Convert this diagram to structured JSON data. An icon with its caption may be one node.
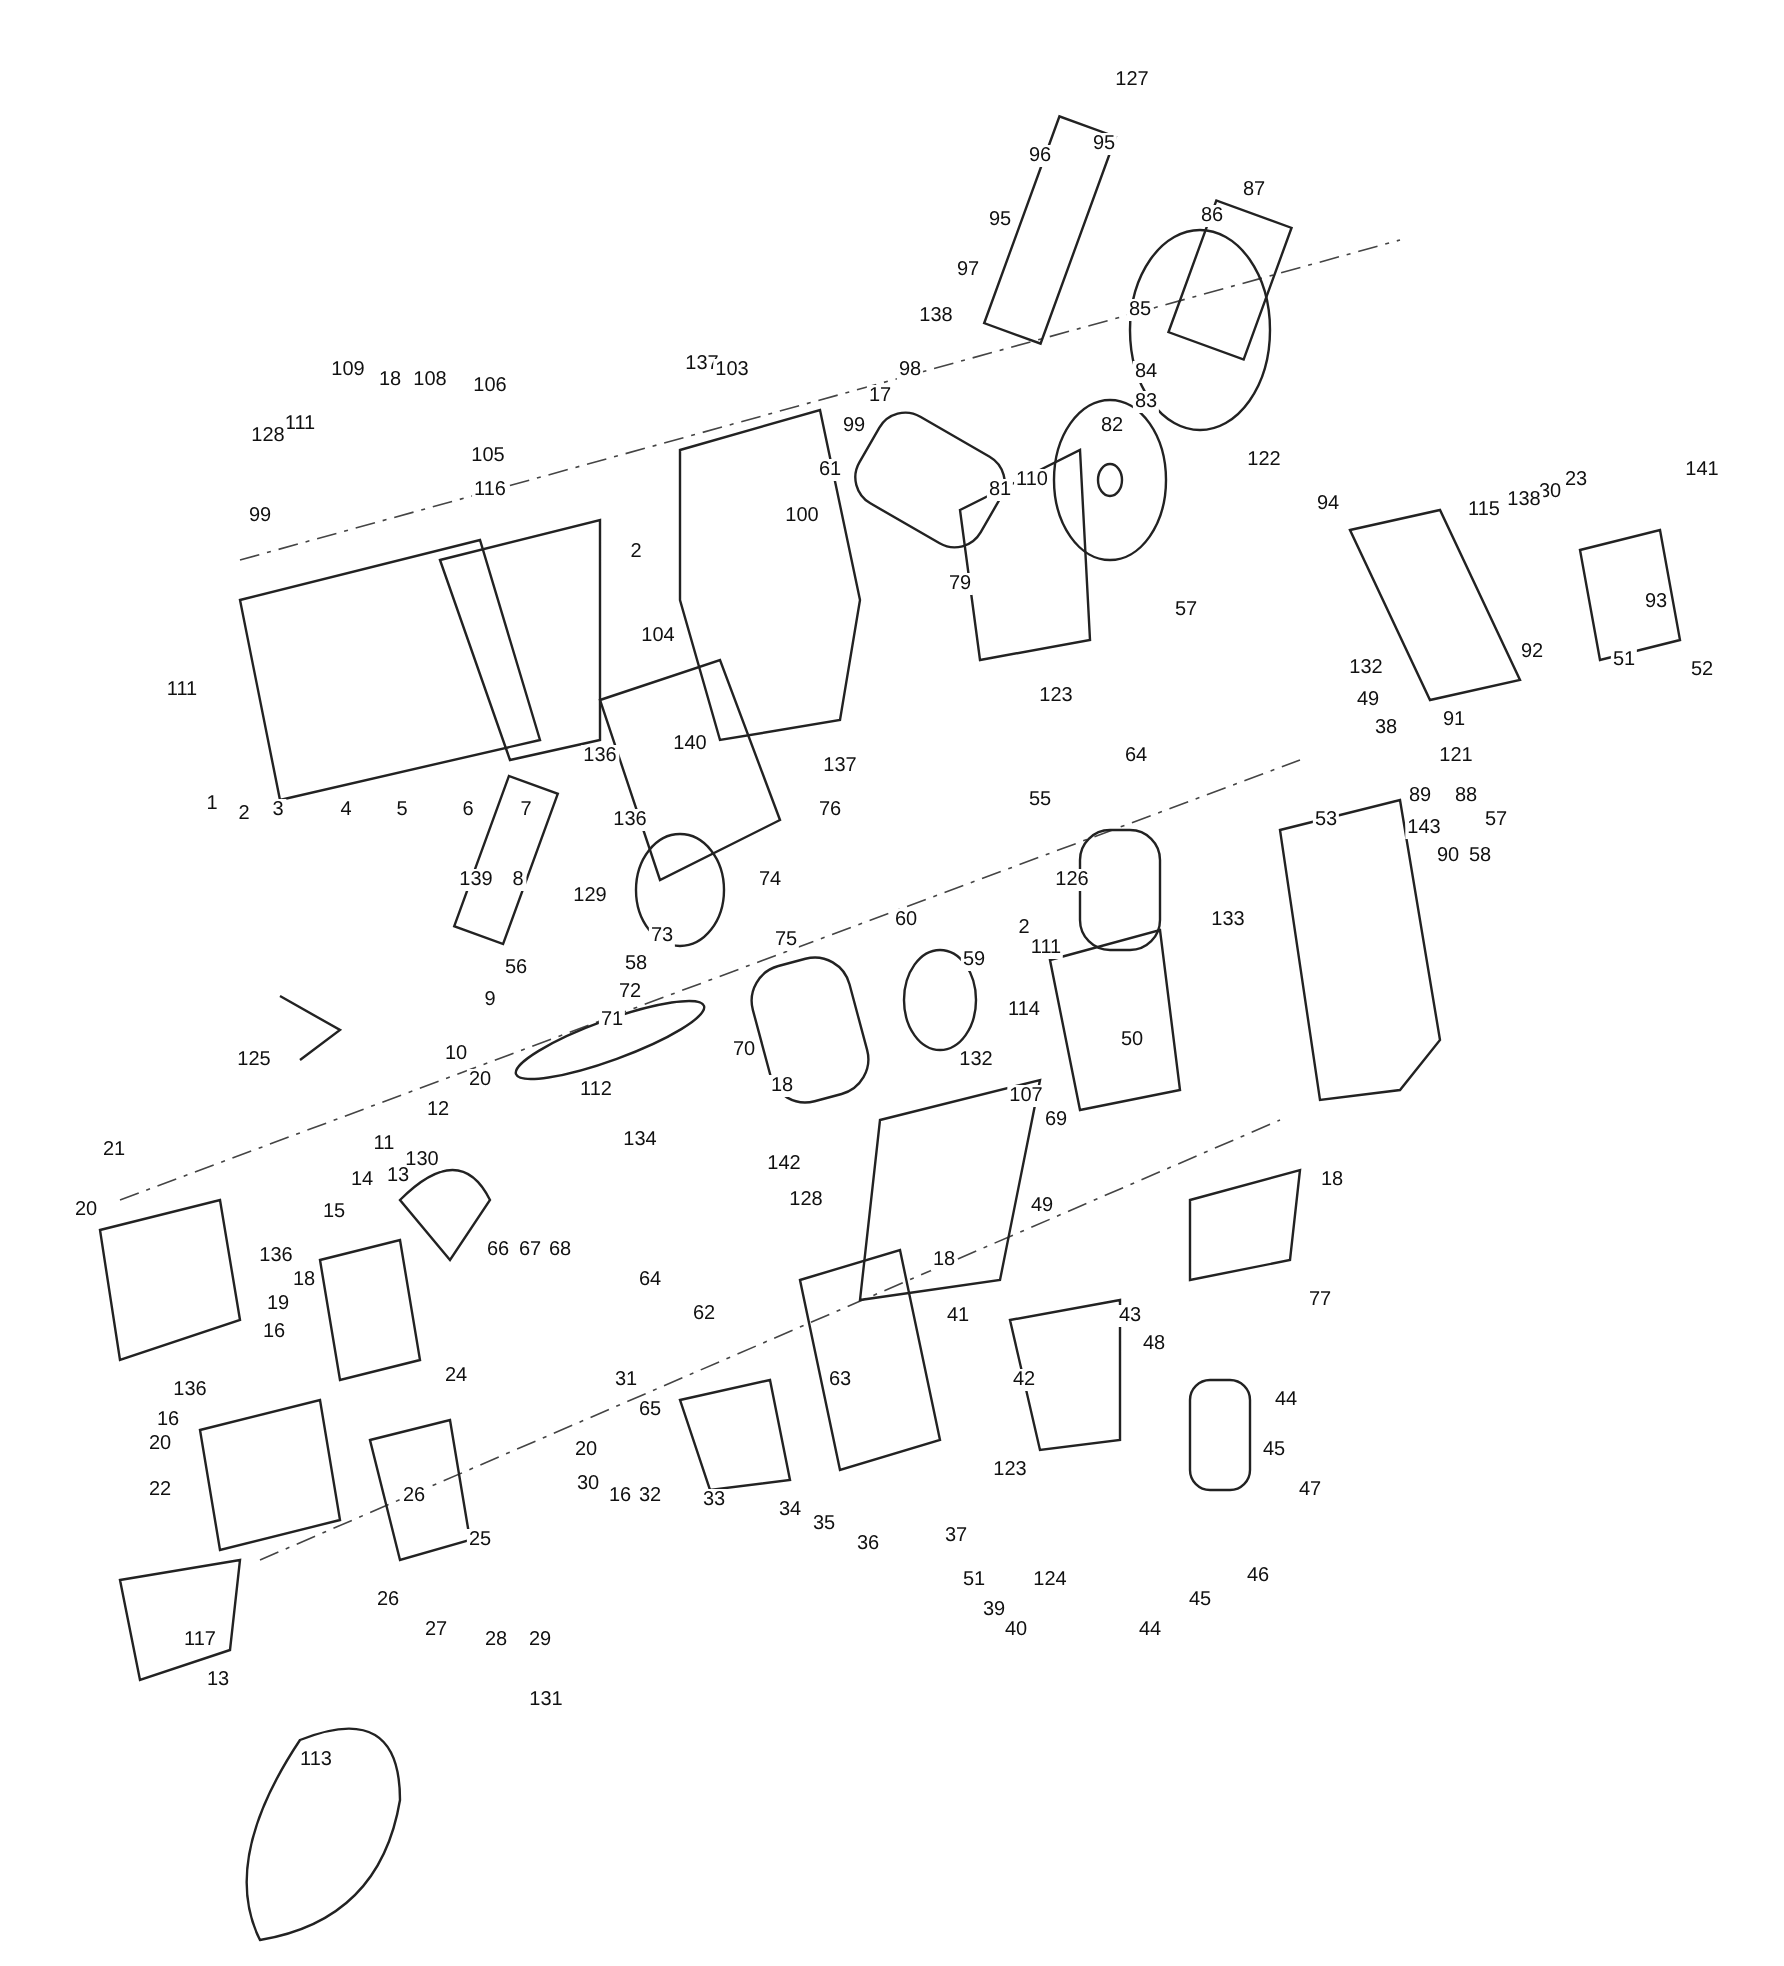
{
  "diagram": {
    "labels": [
      "127",
      "95",
      "96",
      "87",
      "86",
      "95",
      "97",
      "138",
      "85",
      "84",
      "98",
      "17",
      "83",
      "82",
      "137",
      "103",
      "109",
      "18",
      "108",
      "106",
      "111",
      "99",
      "61",
      "110",
      "81",
      "122",
      "141",
      "23",
      "30",
      "138",
      "115",
      "128",
      "105",
      "116",
      "99",
      "94",
      "100",
      "2",
      "79",
      "57",
      "93",
      "51",
      "52",
      "92",
      "104",
      "111",
      "91",
      "132",
      "49",
      "38",
      "121",
      "123",
      "140",
      "136",
      "137",
      "76",
      "89",
      "143",
      "90",
      "58",
      "88",
      "57",
      "1",
      "2",
      "3",
      "4",
      "5",
      "6",
      "7",
      "136",
      "55",
      "64",
      "53",
      "8",
      "139",
      "129",
      "74",
      "75",
      "73",
      "58",
      "72",
      "126",
      "2",
      "111",
      "133",
      "56",
      "9",
      "71",
      "59",
      "114",
      "132",
      "60",
      "70",
      "18",
      "50",
      "107",
      "69",
      "125",
      "10",
      "20",
      "112",
      "134",
      "12",
      "130",
      "11",
      "13",
      "14",
      "15",
      "66",
      "67",
      "68",
      "49",
      "142",
      "128",
      "18",
      "77",
      "21",
      "20",
      "136",
      "18",
      "19",
      "16",
      "64",
      "62",
      "18",
      "41",
      "43",
      "48",
      "42",
      "24",
      "65",
      "31",
      "63",
      "136",
      "16",
      "20",
      "22",
      "20",
      "30",
      "16",
      "32",
      "33",
      "34",
      "35",
      "36",
      "123",
      "44",
      "45",
      "47",
      "46",
      "45",
      "44",
      "124",
      "37",
      "51",
      "39",
      "40",
      "26",
      "25",
      "26",
      "27",
      "28",
      "29",
      "131",
      "117",
      "13",
      "113"
    ]
  }
}
